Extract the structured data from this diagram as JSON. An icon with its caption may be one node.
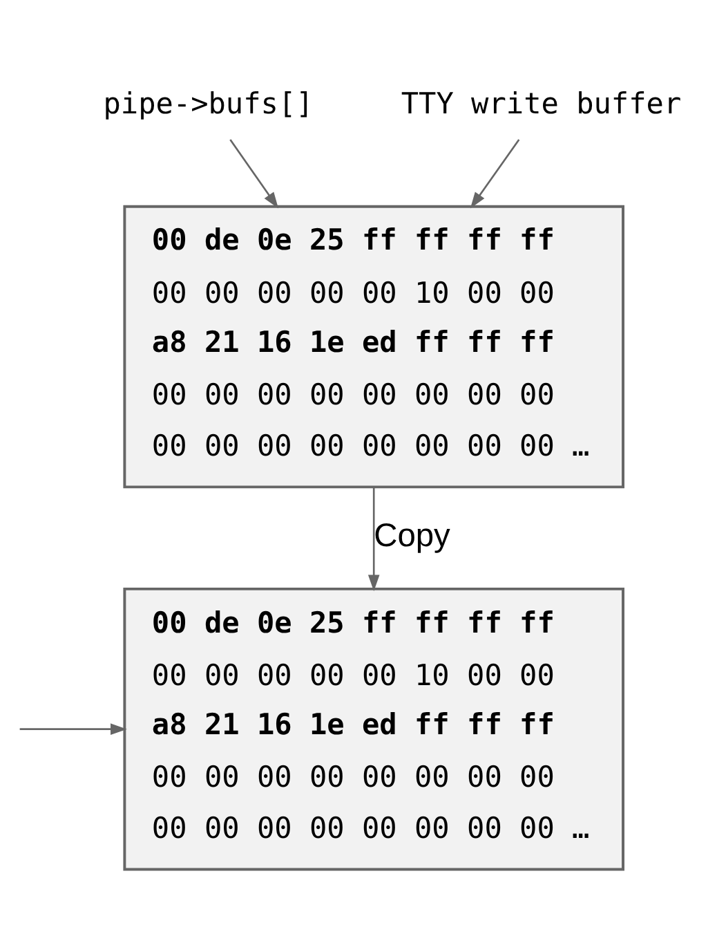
{
  "diagram": {
    "nodes": [
      {
        "text": [
          "pipe->bufs[]"
        ]
      },
      {
        "text": [
          "TTY write buffer"
        ]
      },
      {
        "text": [
          "00 de 0e 25 ff ff ff ff",
          "00 00 00 00 00 10 00 00",
          "a8 21 16 1e ed ff ff ff",
          "00 00 00 00 00 00 00 00",
          "00 00 00 00 00 00 00 00 …"
        ]
      },
      {
        "text": [
          "00 de 0e 25 ff ff ff ff",
          "00 00 00 00 00 10 00 00",
          "a8 21 16 1e ed ff ff ff",
          "00 00 00 00 00 00 00 00",
          "00 00 00 00 00 00 00 00 …"
        ]
      }
    ],
    "edges": [
      {
        "from": 0,
        "to": 2,
        "arrow": "to"
      },
      {
        "from": 1,
        "to": 2,
        "arrow": "to"
      },
      {
        "from": 2,
        "to": 3,
        "label": "Copy",
        "arrow": "to"
      },
      {
        "from": null,
        "to": 3,
        "arrow": "to"
      }
    ]
  }
}
